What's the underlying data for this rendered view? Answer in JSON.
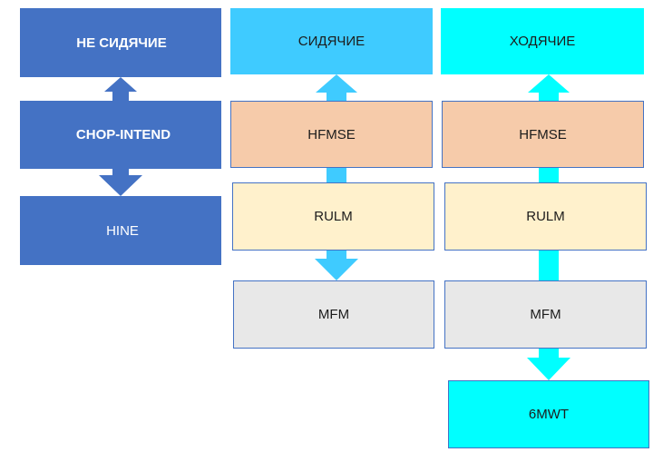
{
  "columns": [
    {
      "header": "НЕ СИДЯЧИЕ",
      "items": [
        "CHOP-INTEND",
        "HINE"
      ],
      "color": "#4472c4"
    },
    {
      "header": "СИДЯЧИЕ",
      "items": [
        "HFMSE",
        "RULM",
        "MFM"
      ],
      "color": "#3fcbff"
    },
    {
      "header": "ХОДЯЧИЕ",
      "items": [
        "HFMSE",
        "RULM",
        "MFM",
        "6MWT"
      ],
      "color": "#00ffff"
    }
  ]
}
